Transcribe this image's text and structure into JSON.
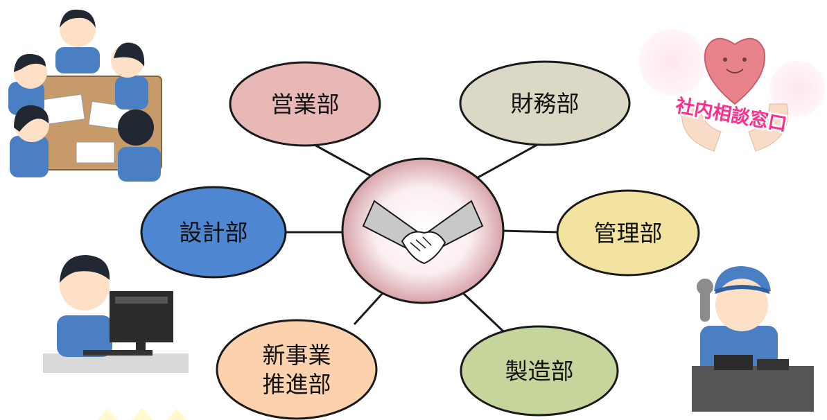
{
  "center": {
    "icon": "handshake-icon",
    "fill": "#ffffff",
    "edge": "#d7a3a8",
    "stroke": "#1a1a1a"
  },
  "nodes": [
    {
      "id": "sales",
      "lines": [
        "営業部"
      ],
      "fill": "#e7b8b6"
    },
    {
      "id": "finance",
      "lines": [
        "財務部"
      ],
      "fill": "#dcd8c6"
    },
    {
      "id": "design",
      "lines": [
        "設計部"
      ],
      "fill": "#4f86d2"
    },
    {
      "id": "admin",
      "lines": [
        "管理部"
      ],
      "fill": "#f3e3a0"
    },
    {
      "id": "newbiz",
      "lines": [
        "新事業",
        "推進部"
      ],
      "fill": "#fbd2ad"
    },
    {
      "id": "mfg",
      "lines": [
        "製造部"
      ],
      "fill": "#c6d59b"
    }
  ],
  "sticker": {
    "text": "社内相談窓口",
    "color": "#ff2d8c"
  },
  "illustrations": {
    "meeting": "meeting-people-icon",
    "designer": "computer-worker-icon",
    "mechanic": "factory-worker-icon",
    "heart": "heart-hands-icon"
  },
  "colors": {
    "outline": "#1a1a1a",
    "uniform": "#4a7fc4",
    "hair": "#222831",
    "skin": "#fde0c6"
  }
}
